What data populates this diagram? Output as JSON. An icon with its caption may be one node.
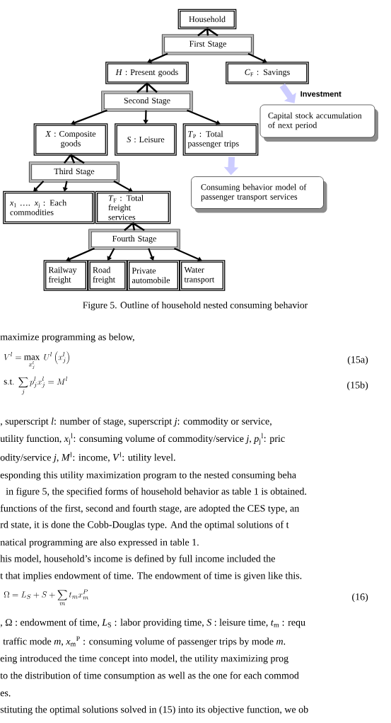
{
  "diagram": {
    "caption": "Figure 5. Outline of household nested consuming behavior",
    "nodes": [
      {
        "text": [
          "Household"
        ]
      },
      {
        "text": [
          "First Stage"
        ]
      },
      {
        "text": [
          "*H* : Present goods"
        ]
      },
      {
        "text": [
          "*C*$_{F}$ : Savings"
        ]
      },
      {
        "text": [
          "Second Stage"
        ]
      },
      {
        "text": [
          "*X* : Composite goods"
        ]
      },
      {
        "text": [
          "*S* : Leisure"
        ]
      },
      {
        "text": [
          "*T*$_{P}$ : Total passenger trips"
        ]
      },
      {
        "text": [
          "Capital stock accumulation of next period"
        ]
      },
      {
        "text": [
          "Third Stage"
        ]
      },
      {
        "text": [
          "*x*$_{1}$ …. *x*$_{j}$ : Each commodities"
        ]
      },
      {
        "text": [
          "*T*$_{F}$ : Total freight services"
        ]
      },
      {
        "text": [
          "Consuming behavior model of passenger transport services"
        ]
      },
      {
        "text": [
          "Fourth Stage"
        ]
      },
      {
        "text": [
          "Railway freight"
        ]
      },
      {
        "text": [
          "Road freight"
        ]
      },
      {
        "text": [
          "Private automobile"
        ]
      },
      {
        "text": [
          "Water transport"
        ]
      }
    ],
    "edges": [
      {
        "from": 0,
        "to": 1,
        "arrow": "none"
      },
      {
        "from": 1,
        "to": 2,
        "arrow": "to"
      },
      {
        "from": 1,
        "to": 3,
        "arrow": "to"
      },
      {
        "from": 3,
        "to": 8,
        "arrow": "to",
        "style": "thick",
        "color": "#ccccff",
        "label": "Investment"
      },
      {
        "from": 2,
        "to": 4,
        "arrow": "none"
      },
      {
        "from": 4,
        "to": 5,
        "arrow": "to"
      },
      {
        "from": 4,
        "to": 6,
        "arrow": "to"
      },
      {
        "from": 4,
        "to": 7,
        "arrow": "to"
      },
      {
        "from": 7,
        "to": 12,
        "arrow": "to",
        "style": "thick",
        "color": "#ccccff"
      },
      {
        "from": 5,
        "to": 9,
        "arrow": "none"
      },
      {
        "from": 9,
        "to": 10,
        "arrow": "to"
      },
      {
        "from": 9,
        "to": 10,
        "arrow": "to"
      },
      {
        "from": 9,
        "to": 11,
        "arrow": "to"
      },
      {
        "from": 11,
        "to": 13,
        "arrow": "none"
      },
      {
        "from": 13,
        "to": 14,
        "arrow": "to"
      },
      {
        "from": 13,
        "to": 15,
        "arrow": "to"
      },
      {
        "from": 13,
        "to": 16,
        "arrow": "to"
      },
      {
        "from": 13,
        "to": 17,
        "arrow": "to"
      }
    ],
    "labels": [
      "maximize programming as below,",
      "V^{l} = \\max_{x_j^l}\\; U^{l}\\left(x_j^l\\right)",
      "(15a)",
      "\\mathrm{s.t.}\\ \\sum_{j} p_j^l x_j^l = M^l",
      "(15b)",
      ", superscript *l*: number of stage, superscript *j*: commodity or service,",
      "utility function, *x*$_{j}$$^{l}$: consuming volume of commodity/service *j*, *p*$_{j}$$^{l}$: pric",
      "odity/service *j*, *M*$^{l}$: income, *V*$^{l}$: utility level.",
      "esponding this utility maximization program to the nested consuming beha",
      "in figure 5, the specified forms of household behavior as table 1 is obtained.",
      "functions of the first, second and fourth stage, are adopted the CES type, an",
      "rd state, it is done the Cobb-Douglas type. And the optimal solutions of t",
      "natical programming are also expressed in table 1.",
      "his model, household’s income is defined by full income included the",
      "t that implies endowment of time. The endowment of time is given like this.",
      "\\Omega = L_S + S + \\sum_{m} t_m x_m^P",
      "(16)",
      ", Ω : endowment of time, *L*$_{S}$ : labor providing time, *S* : leisure time, *t*$_{m}$ : requ",
      "traffic mode *m*, *x*$_{m}$$^{P}$ : consuming volume of passenger trips by mode *m*.",
      "eing introduced the time concept into model, the utility maximizing prog",
      "to the distribution of time consumption as well as the one for each commod",
      "es.",
      "stituting the optimal solutions solved in (15) into its objective function, we ob"
    ]
  }
}
